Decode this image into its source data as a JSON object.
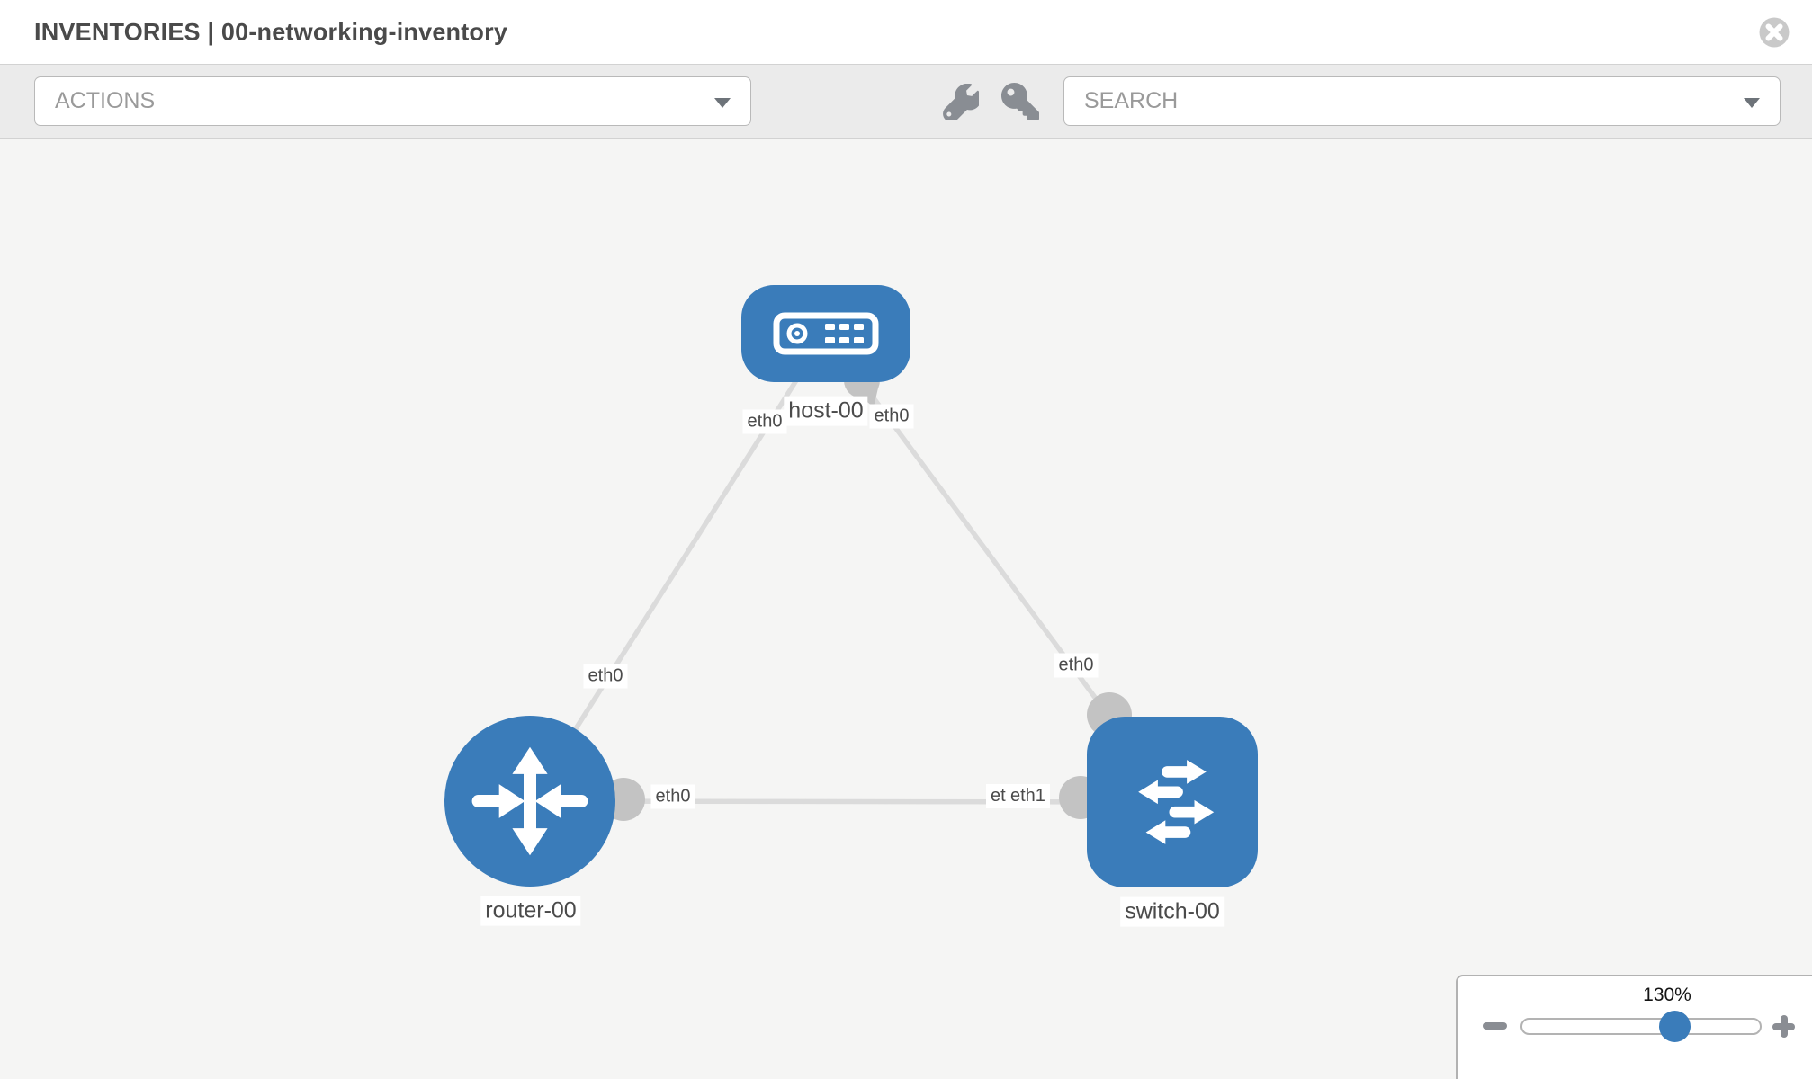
{
  "header": {
    "title": "INVENTORIES | 00-networking-inventory",
    "close_icon": "times-circle"
  },
  "toolbar": {
    "actions_dropdown": {
      "placeholder": "ACTIONS",
      "caret_icon": "chevron-down"
    },
    "tool_icons": [
      "wrench",
      "key"
    ],
    "search": {
      "placeholder": "SEARCH",
      "caret_icon": "chevron-down"
    }
  },
  "canvas": {
    "nodes": [
      {
        "id": "host-00",
        "label": "host-00",
        "type": "host",
        "icon": "server-icon"
      },
      {
        "id": "router-00",
        "label": "router-00",
        "type": "router",
        "icon": "router-arrows-icon"
      },
      {
        "id": "switch-00",
        "label": "switch-00",
        "type": "switch",
        "icon": "switch-arrows-icon"
      }
    ],
    "links": [
      {
        "source": "host-00",
        "target": "router-00",
        "source_interface": "eth0",
        "target_interface": "eth0"
      },
      {
        "source": "host-00",
        "target": "switch-00",
        "source_interface": "eth0",
        "target_interface": "eth0"
      },
      {
        "source": "router-00",
        "target": "switch-00",
        "source_interface": "eth0",
        "target_interface": "eth1"
      }
    ],
    "eth_labels": [
      "eth0",
      "eth0",
      "eth0",
      "eth0",
      "eth0",
      "eth0",
      "eth1"
    ],
    "colors": {
      "node_fill": "#3a7cba",
      "link_line": "#dbdbdb",
      "interface_dot": "#c3c3c3",
      "canvas_bg": "#f5f5f4",
      "label_text": "#4b4b4b"
    }
  },
  "zoom_control": {
    "level": "130%",
    "value_percent": 130,
    "minus_icon": "minus",
    "plus_icon": "plus",
    "thumb_color": "#3a7cba"
  }
}
